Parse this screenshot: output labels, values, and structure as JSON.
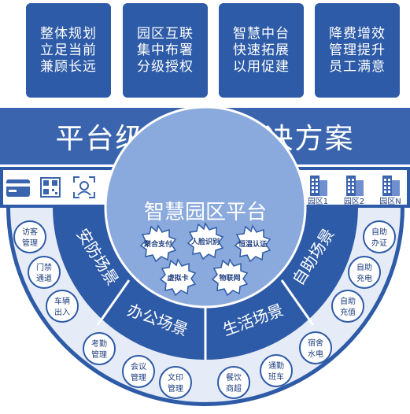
{
  "top_boxes": [
    [
      "整体规划",
      "立足当前",
      "兼顾长远"
    ],
    [
      "园区互联",
      "集中布署",
      "分级授权"
    ],
    [
      "智慧中台",
      "快速拓展",
      "以用促建"
    ],
    [
      "降费增效",
      "管理提升",
      "员工满意"
    ]
  ],
  "banner": "平台级成长型解决方案",
  "platform": {
    "title": "智慧园区平台",
    "gears": [
      "聚合支付",
      "人脸识别",
      "恒温认证",
      "虚拟卡",
      "物联网"
    ]
  },
  "parks": [
    "园区1",
    "园区2",
    "园区N"
  ],
  "sectors": [
    "安防场景",
    "办公场景",
    "生活场景",
    "自助场景"
  ],
  "outer_items": [
    "访客管理",
    "门禁通道",
    "车辆出入",
    "考勤管理",
    "会议管理",
    "文印管理",
    "餐饮商超",
    "通勤班车",
    "宿舍水电",
    "自助充值",
    "自助充电",
    "自助办证"
  ],
  "icons": [
    "card-icon",
    "qr-code-icon",
    "face-scan-icon",
    "building-icon"
  ],
  "colors": {
    "primary": "#2e5ba7",
    "banner": "#3a64ae",
    "center": "#8aa9dc",
    "outer_ring": "#e6ecf7"
  }
}
